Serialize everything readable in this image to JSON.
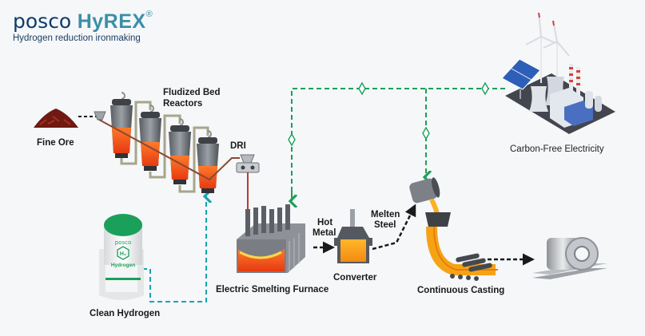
{
  "header": {
    "brand_posco": "posco",
    "brand_hyrex": "HyREX",
    "brand_reg": "®",
    "tagline": "Hydrogen reduction ironmaking"
  },
  "stages": {
    "fine_ore": "Fine Ore",
    "fluidized_bed_line1": "Fludized Bed",
    "fluidized_bed_line2": "Reactors",
    "dri": "DRI",
    "clean_hydrogen": "Clean Hydrogen",
    "electric_smelting_furnace": "Electric Smelting Furnace",
    "hot_metal_line1": "Hot",
    "hot_metal_line2": "Metal",
    "converter": "Converter",
    "melten_steel_line1": "Melten",
    "melten_steel_line2": "Steel",
    "continuous_casting": "Continuous Casting",
    "carbon_free_electricity": "Carbon-Free Electricity"
  },
  "tank": {
    "logo": "posco",
    "symbol": "H₂",
    "label": "Hydrogen"
  },
  "colors": {
    "electricity_line": "#1aa05a",
    "hydrogen_line": "#17a3ad",
    "material_flow": "#1a1a1a",
    "dri_line": "#c0392b",
    "molten": "#f26a1b",
    "steel_gray": "#6b6e73"
  }
}
